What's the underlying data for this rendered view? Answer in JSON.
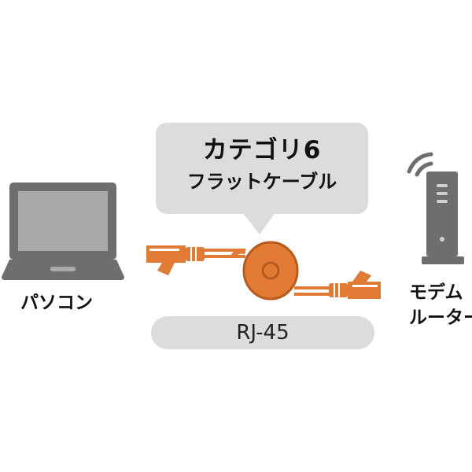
{
  "callout": {
    "title": "カテゴリ6",
    "subtitle": "フラットケーブル"
  },
  "connector_label": "RJ-45",
  "devices": {
    "laptop_label": "パソコン",
    "router_label_line1": "モデム",
    "router_label_line2": "ルーター"
  },
  "colors": {
    "device_gray": "#6e6e6e",
    "screen_gray": "#a9a9a9",
    "bubble_gray": "#dcdcdd",
    "cable_orange": "#e07a35",
    "cable_dark": "#b85a1c"
  },
  "icons": [
    "laptop-icon",
    "wifi-signal-icon",
    "router-icon",
    "retractable-cable-icon"
  ]
}
